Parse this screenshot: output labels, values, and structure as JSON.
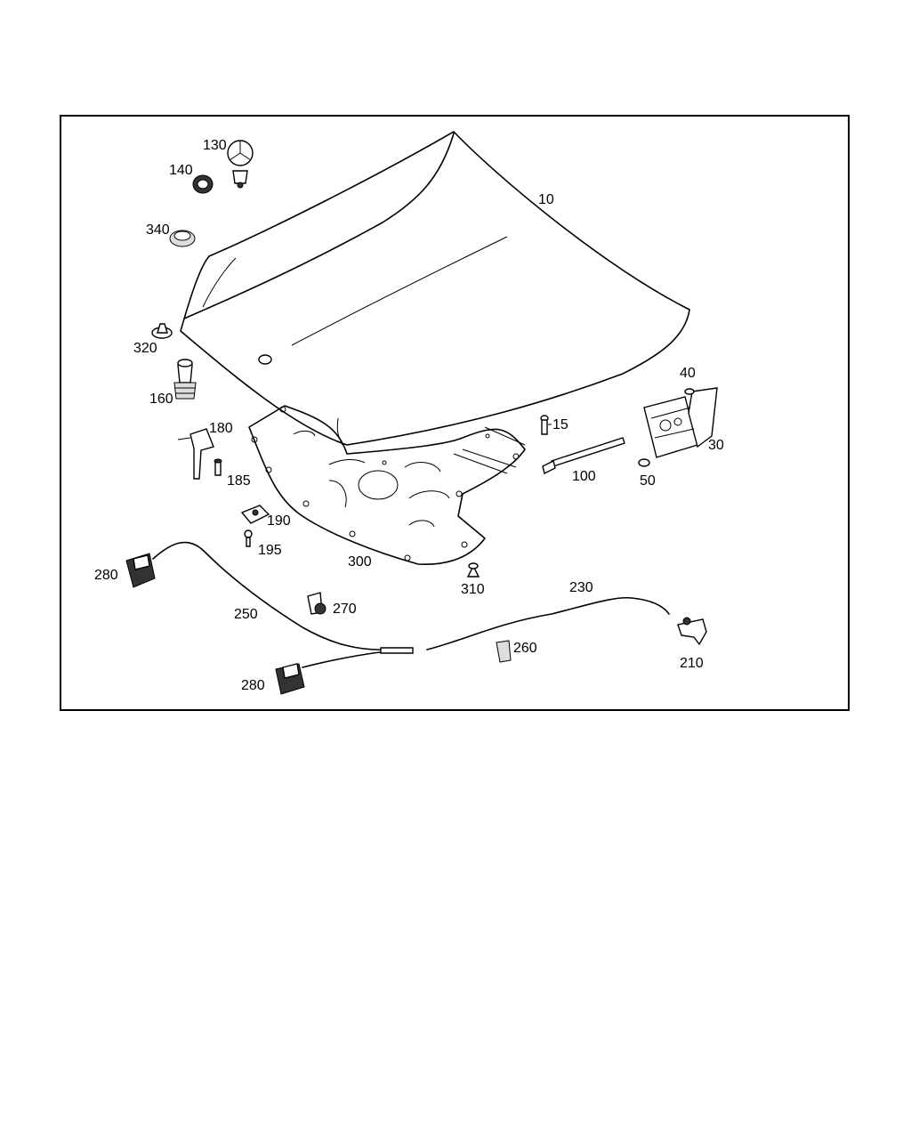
{
  "diagram": {
    "labels": {
      "p10": "10",
      "p130": "130",
      "p140": "140",
      "p340": "340",
      "p320": "320",
      "p160": "160",
      "p180": "180",
      "p185": "185",
      "p190": "190",
      "p195": "195",
      "p280a": "280",
      "p250": "250",
      "p270": "270",
      "p280b": "280",
      "p300": "300",
      "p310": "310",
      "p260": "260",
      "p230": "230",
      "p210": "210",
      "p15": "15",
      "p100": "100",
      "p40": "40",
      "p30": "30",
      "p50": "50"
    }
  }
}
